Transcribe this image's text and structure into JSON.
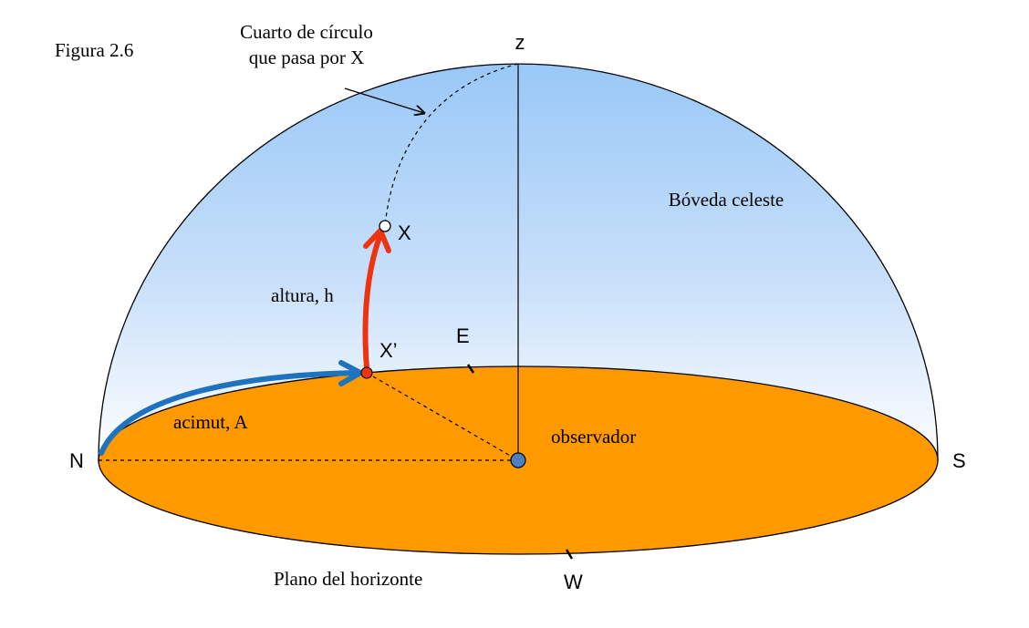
{
  "figure": {
    "caption": "Figura 2.6"
  },
  "labels": {
    "quarter_circle_line1": "Cuarto de círculo",
    "quarter_circle_line2": "que pasa por X",
    "zenith": "z",
    "celestial_dome": "Bóveda celeste",
    "star": "X",
    "star_projection": "X’",
    "altitude": "altura, h",
    "azimuth": "acimut, A",
    "east": "E",
    "west": "W",
    "north": "N",
    "south": "S",
    "observer": "observador",
    "horizon_plane": "Plano del horizonte"
  },
  "colors": {
    "sky_top": "#99c8f7",
    "sky_bottom": "#ffffff",
    "horizon_fill": "#ff9900",
    "azimuth_arrow": "#1e73be",
    "altitude_arrow": "#ee3311",
    "observer_dot": "#4a7fc1",
    "outline": "#000000"
  }
}
